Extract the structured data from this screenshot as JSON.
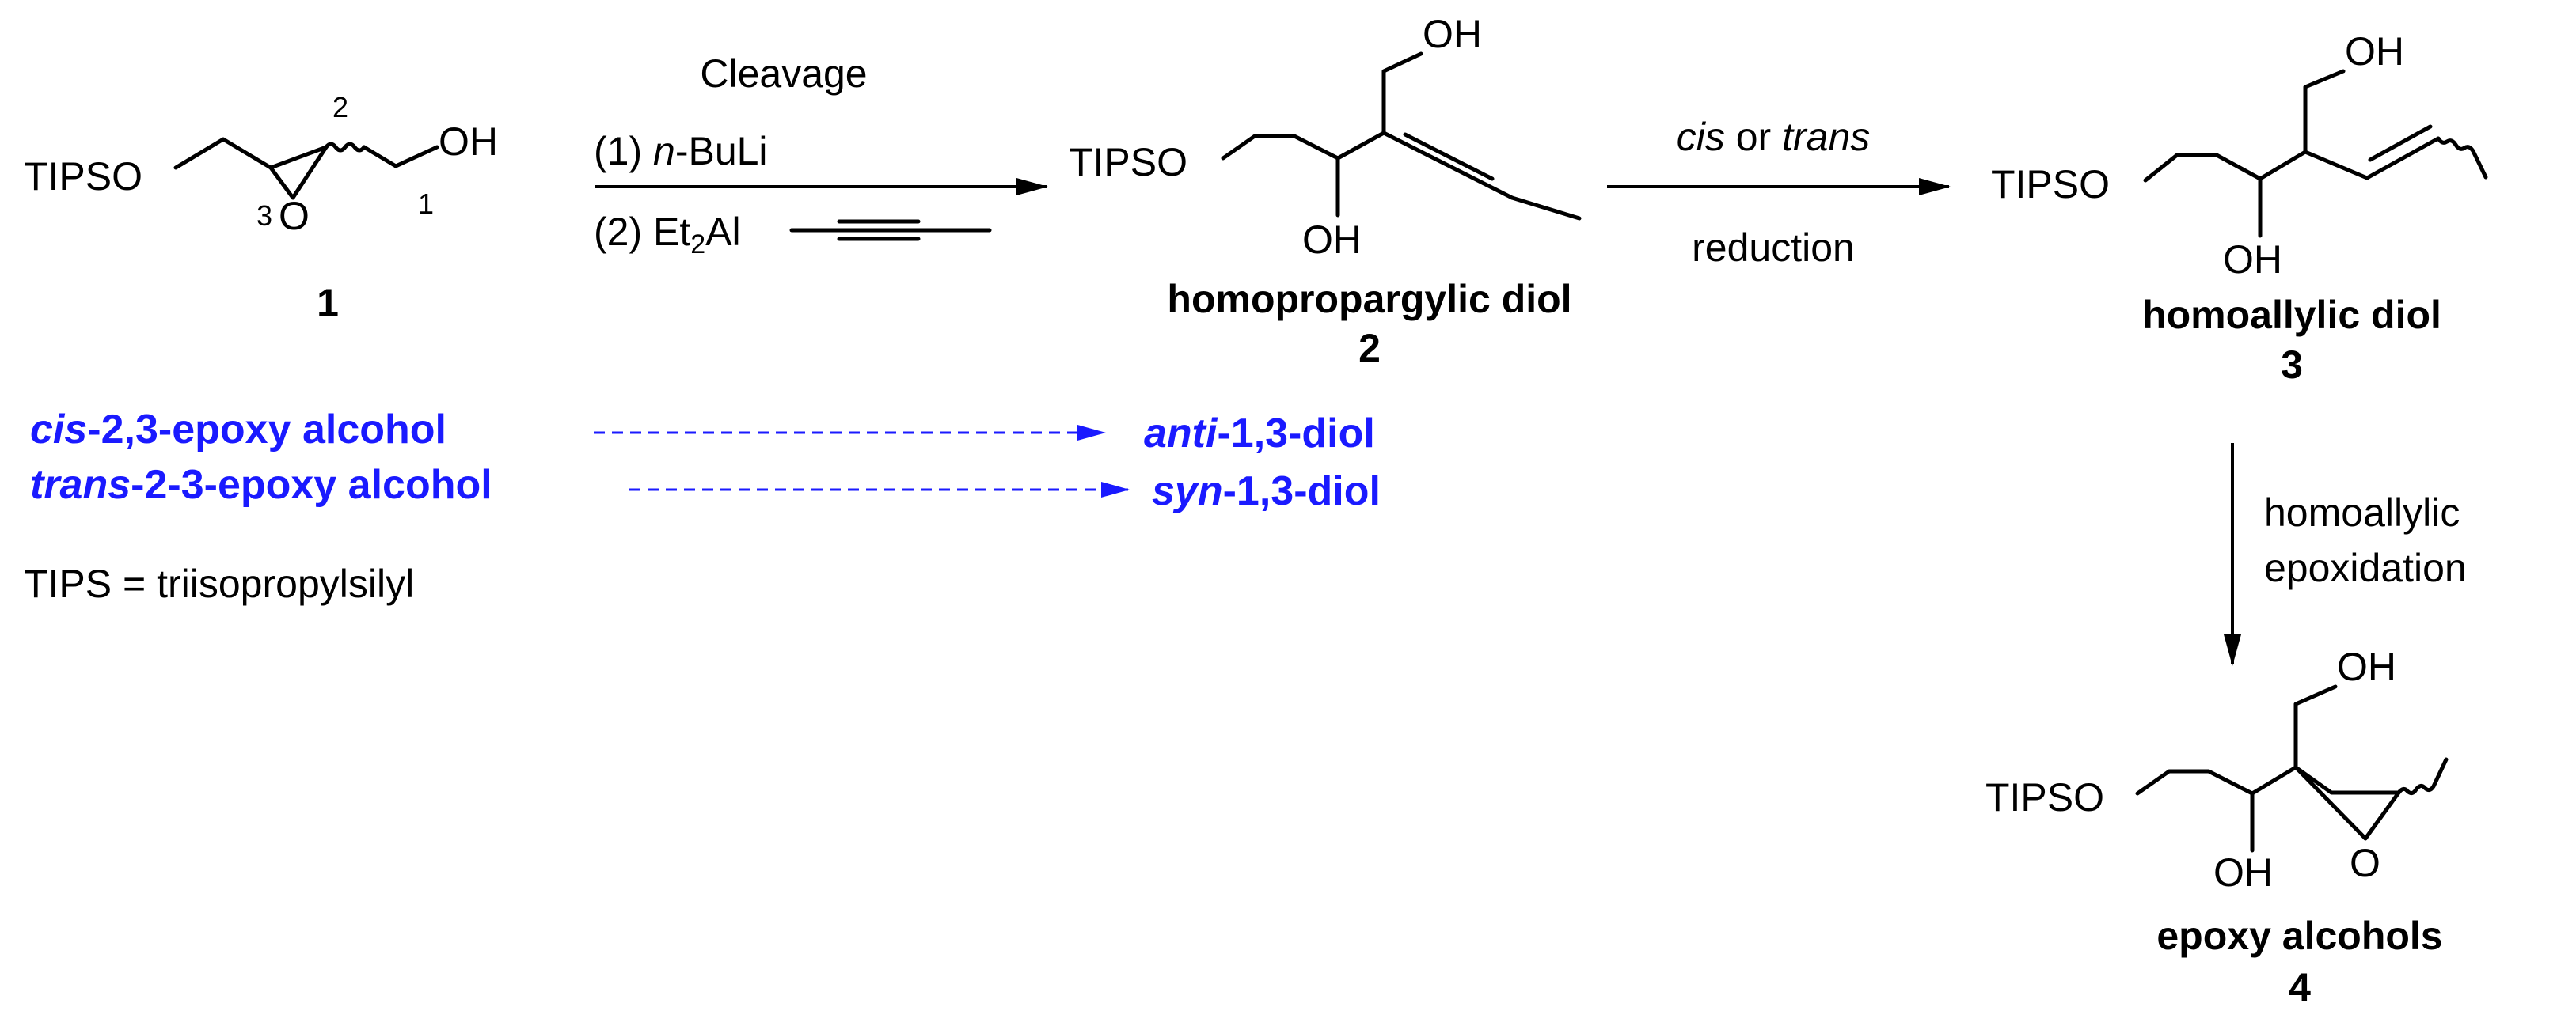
{
  "compounds": {
    "c1": {
      "number": "1",
      "tips": "TIPSO",
      "oh": "OH",
      "o": "O",
      "pos1": "1",
      "pos2": "2",
      "pos3": "3"
    },
    "c2": {
      "name": "homopropargylic diol",
      "number": "2",
      "tips": "TIPSO",
      "oh_top": "OH",
      "oh_bottom": "OH"
    },
    "c3": {
      "name": "homoallylic diol",
      "number": "3",
      "tips": "TIPSO",
      "oh_top": "OH",
      "oh_bottom": "OH"
    },
    "c4": {
      "name": "epoxy alcohols",
      "number": "4",
      "tips": "TIPSO",
      "oh_top": "OH",
      "oh_bottom": "OH",
      "o": "O"
    }
  },
  "steps": {
    "step1": {
      "title": "Cleavage",
      "reagent1_prefix": "(1) ",
      "reagent1_italic": "n",
      "reagent1_suffix": "-BuLi",
      "reagent2_prefix": "(2) Et",
      "reagent2_sub": "2",
      "reagent2_suffix": "Al"
    },
    "step2": {
      "top_italic1": "cis",
      "top_mid": " or ",
      "top_italic2": "trans",
      "bottom": "reduction"
    },
    "step3": {
      "line1": "homoallylic",
      "line2": "epoxidation"
    }
  },
  "stereo": [
    {
      "from_italic": "cis",
      "from_rest": "-2,3-epoxy alcohol",
      "to_italic": "anti",
      "to_rest": "-1,3-diol"
    },
    {
      "from_italic": "trans",
      "from_rest": "-2-3-epoxy alcohol",
      "to_italic": "syn",
      "to_rest": "-1,3-diol"
    }
  ],
  "footnote": "TIPS = triisopropylsilyl",
  "colors": {
    "accent": "#1a1aff",
    "ink": "#000000"
  }
}
